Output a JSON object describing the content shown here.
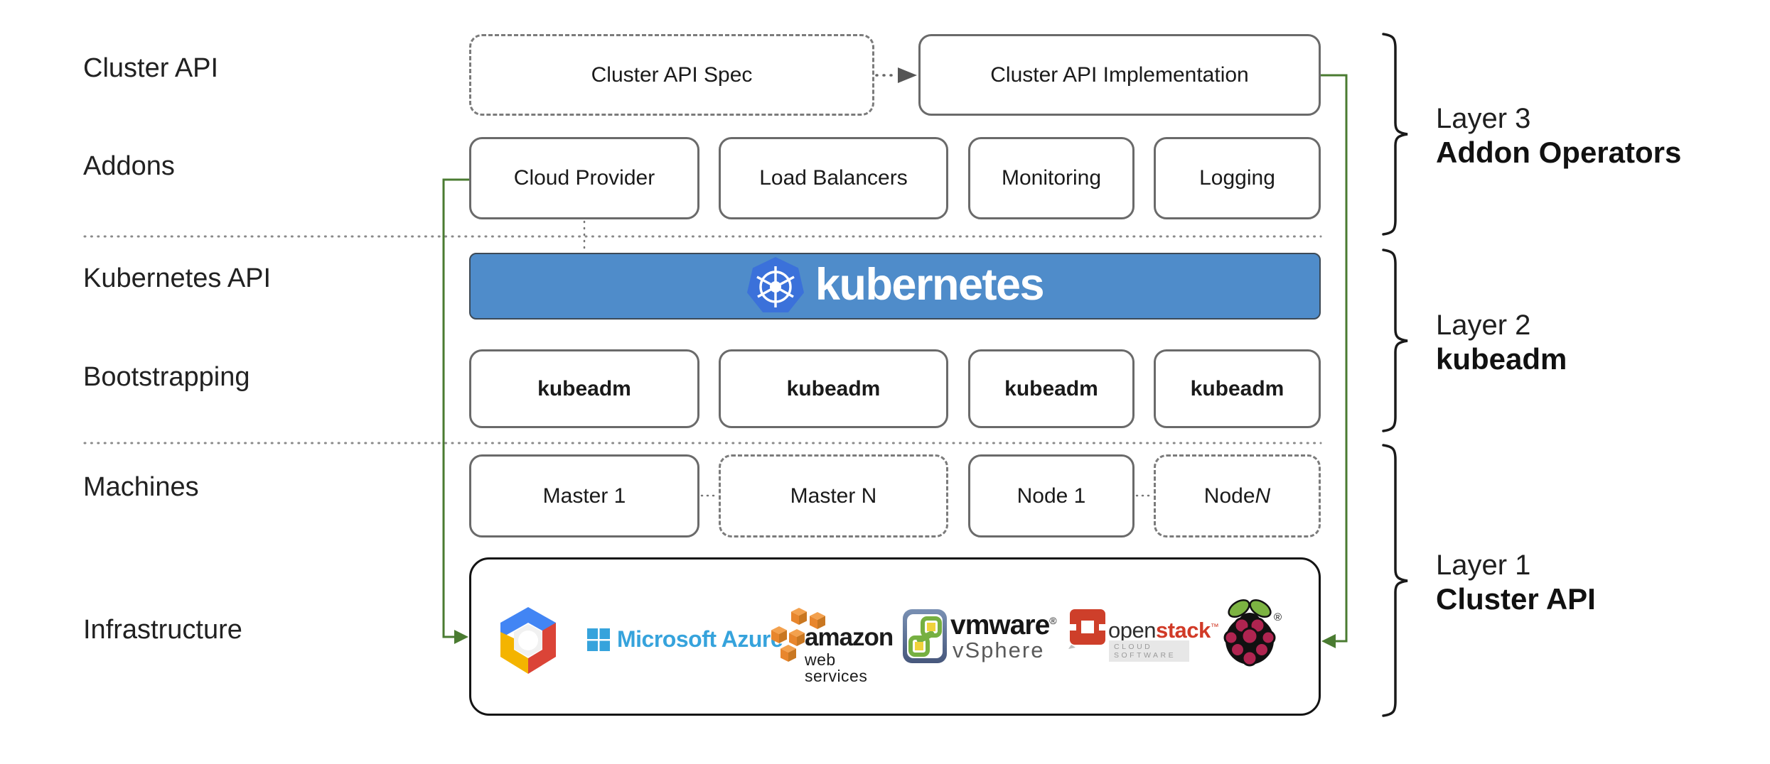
{
  "colors": {
    "accent_green": "#4A7B31",
    "banner_blue": "#4F8CCA",
    "k8s_logo_blue": "#3B71DA",
    "box_border_gray": "#6A6A6A",
    "azure_blue": "#36A3DC",
    "aws_orange": "#E8862D",
    "openstack_red": "#CE3F2A",
    "raspberry_crimson": "#AF2450",
    "leaf_green": "#7CB342",
    "gcp_blue": "#4285F4",
    "gcp_red": "#DB4437",
    "gcp_yellow": "#F4B400"
  },
  "row_labels": [
    {
      "id": "cluster-api",
      "label": "Cluster API"
    },
    {
      "id": "addons",
      "label": "Addons"
    },
    {
      "id": "kubernetes-api",
      "label": "Kubernetes API"
    },
    {
      "id": "bootstrapping",
      "label": "Bootstrapping"
    },
    {
      "id": "machines",
      "label": "Machines"
    },
    {
      "id": "infrastructure",
      "label": "Infrastructure"
    }
  ],
  "top_row": {
    "spec_label": "Cluster API Spec",
    "impl_label": "Cluster API Implementation"
  },
  "addons_row": {
    "items": [
      "Cloud Provider",
      "Load Balancers",
      "Monitoring",
      "Logging"
    ]
  },
  "banner": {
    "wordmark": "kubernetes"
  },
  "bootstrap_row": {
    "items": [
      "kubeadm",
      "kubeadm",
      "kubeadm",
      "kubeadm"
    ]
  },
  "machines_row": {
    "items": [
      {
        "prefix": "Master 1",
        "n": ""
      },
      {
        "prefix": "Master N",
        "n": ""
      },
      {
        "prefix": "Node 1",
        "n": ""
      },
      {
        "prefix": "Node ",
        "n": "N"
      }
    ]
  },
  "infrastructure_logos": {
    "gcp": {
      "name": "Google Cloud Platform"
    },
    "azure": {
      "text": "Microsoft Azure"
    },
    "aws": {
      "line1": "amazon",
      "line2": "web services"
    },
    "vmware": {
      "line1": "vmware",
      "reg": "®",
      "line2": "vSphere"
    },
    "openstack": {
      "part1": "open",
      "part2": "stack",
      "tm": "™",
      "sub": "CLOUD SOFTWARE"
    },
    "raspberry_pi": {
      "reg": "®"
    }
  },
  "layer_labels": [
    {
      "line1": "Layer 3",
      "line2": "Addon Operators"
    },
    {
      "line1": "Layer 2",
      "line2": "kubeadm"
    },
    {
      "line1": "Layer 1",
      "line2": "Cluster API"
    }
  ]
}
